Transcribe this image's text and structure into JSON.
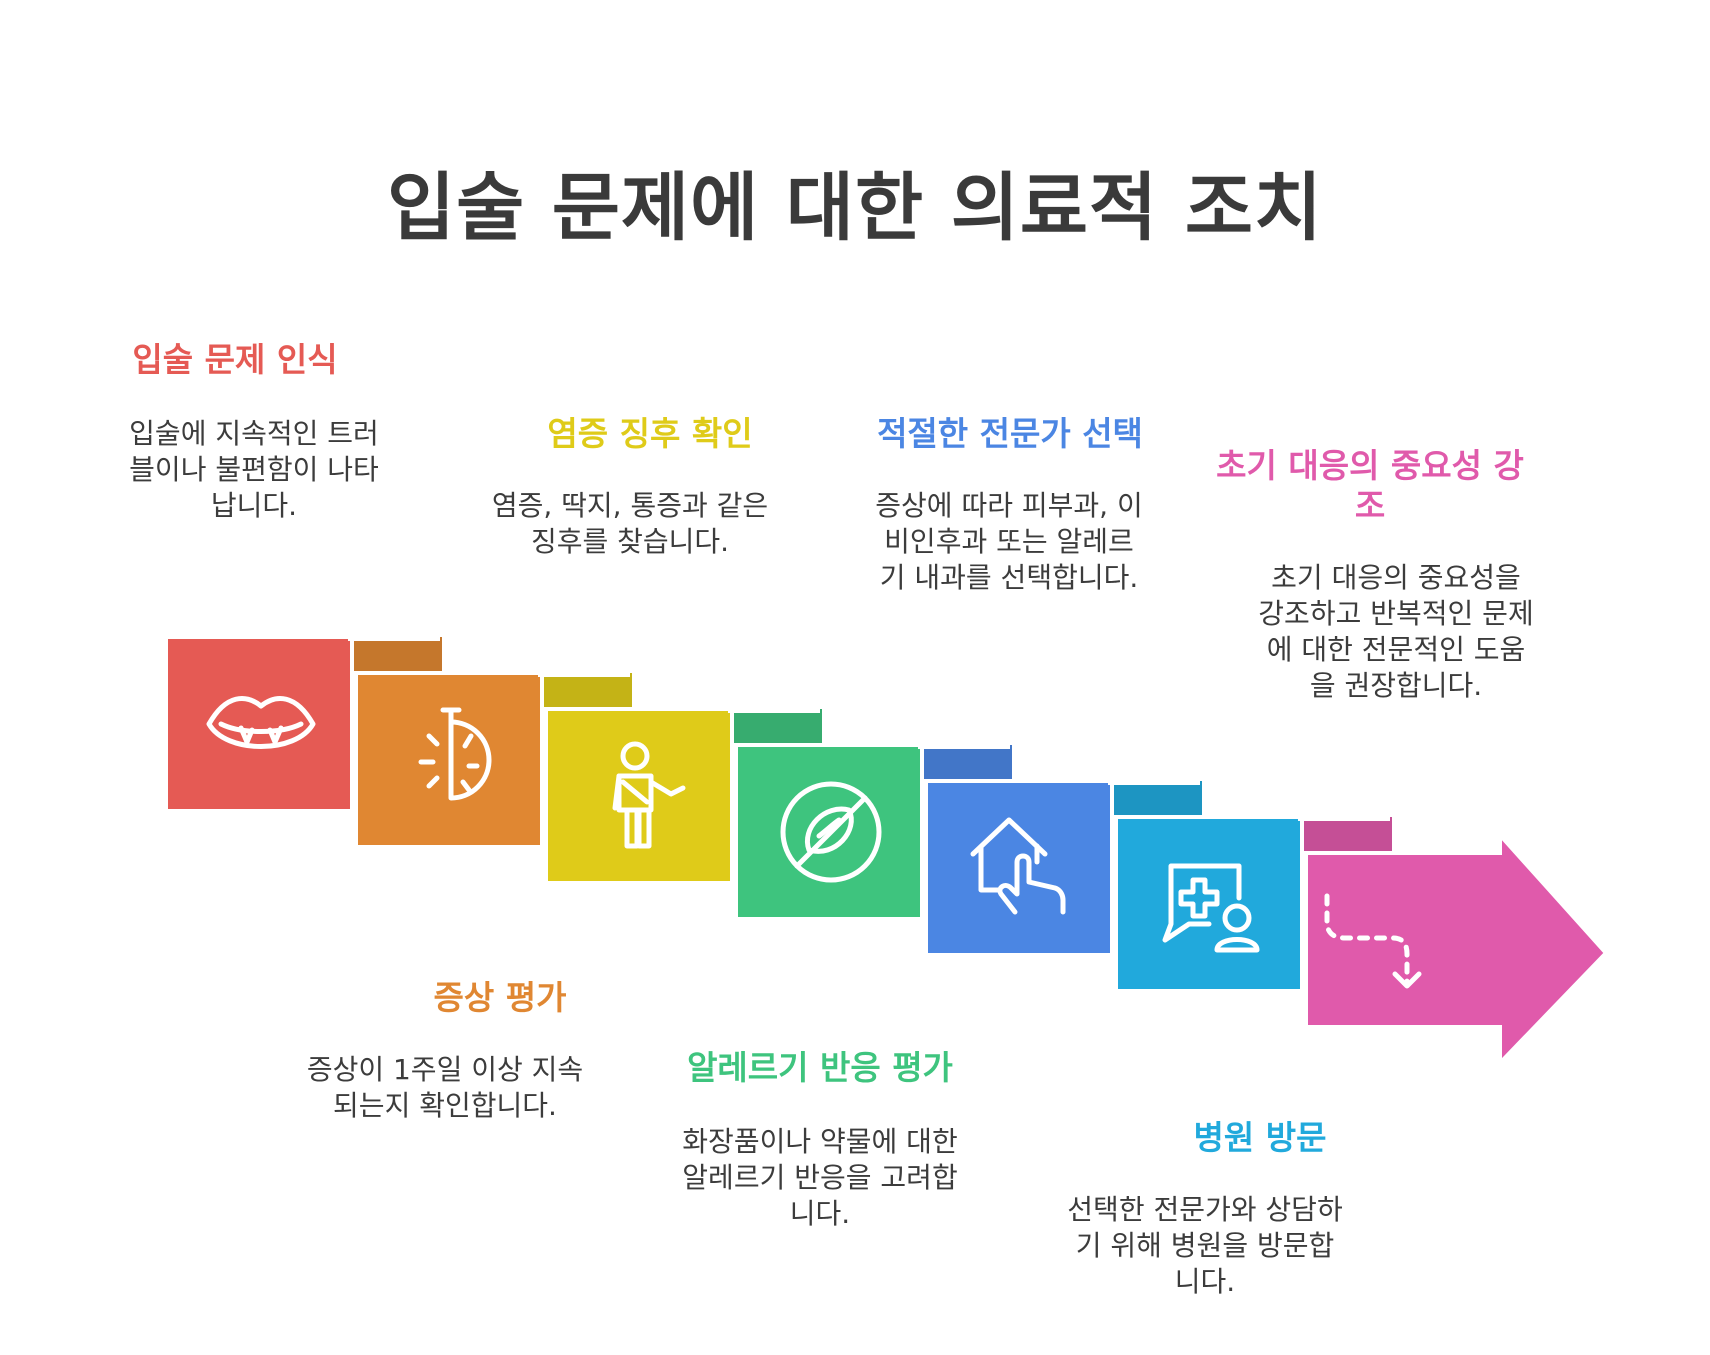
{
  "title": "입술 문제에 대한 의료적 조치",
  "steps": [
    {
      "title": "입술 문제 인식",
      "description": "입술에 지속적인 트러블이나 불편함이 나타납니다.",
      "color": "#e55a54",
      "icon": "lips-icon"
    },
    {
      "title": "증상 평가",
      "description": "증상이 1주일 이상 지속되는지 확인합니다.",
      "color": "#e08732",
      "icon": "stopwatch-icon"
    },
    {
      "title": "염증 징후 확인",
      "description": "염증, 딱지, 통증과 같은 징후를 찾습니다.",
      "color": "#dfcb19",
      "icon": "injured-person-icon"
    },
    {
      "title": "알레르기 반응 평가",
      "description": "화장품이나 약물에 대한 알레르기 반응을 고려합니다.",
      "color": "#3ec47e",
      "icon": "no-allergen-icon"
    },
    {
      "title": "적절한 전문가 선택",
      "description": "증상에 따라 피부과, 이비인후과 또는 알레르기 내과를 선택합니다.",
      "color": "#4b86e3",
      "icon": "home-touch-icon"
    },
    {
      "title": "병원 방문",
      "description": "선택한 전문가와 상담하기 위해 병원을 방문합니다.",
      "color": "#21a9dc",
      "icon": "medical-consult-icon"
    },
    {
      "title": "초기 대응의 중요성 강조",
      "description": "초기 대응의 중요성을 강조하고 반복적인 문제에 대한 전문적인 도움을 권장합니다.",
      "color": "#e05aab",
      "icon": "dashed-path-arrow-icon"
    }
  ]
}
